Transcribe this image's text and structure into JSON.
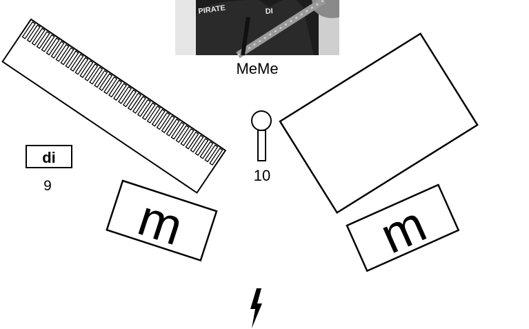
{
  "photo": {
    "shirt_text_left": "PIRATE",
    "shirt_text_right": "DI"
  },
  "labels": {
    "caption": "MeMe",
    "di_box": "di",
    "di_number": "9",
    "mic_number": "10",
    "monitor_left": "m",
    "monitor_right": "m"
  },
  "icons": {
    "lightning": "lightning-bolt-icon",
    "mic": "microphone-icon"
  }
}
